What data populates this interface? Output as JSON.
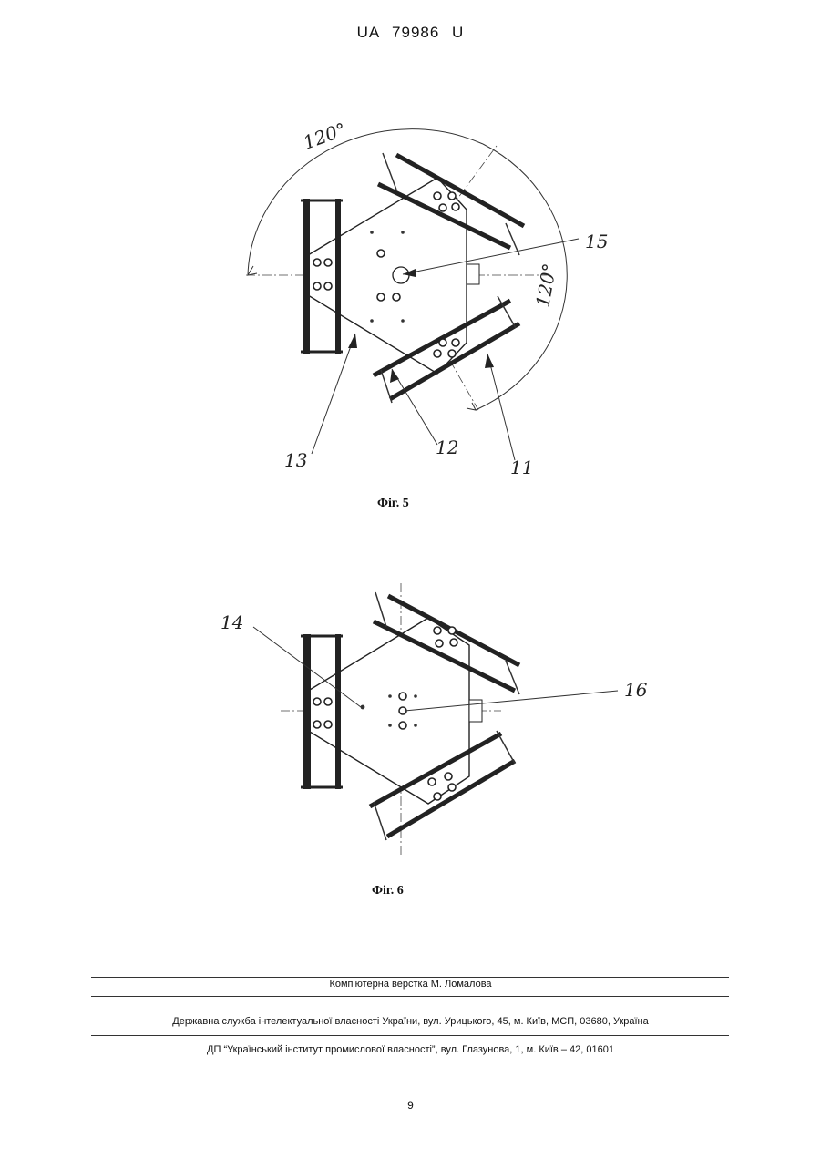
{
  "header": {
    "patent_number": "UA   79986   U"
  },
  "figure5": {
    "caption": "Фіг. 5",
    "angle_labels": [
      "120°",
      "120°"
    ],
    "reference_numerals": [
      "15",
      "13",
      "12",
      "11"
    ]
  },
  "figure6": {
    "caption": "Фіг. 6",
    "reference_numerals": [
      "14",
      "16"
    ]
  },
  "footer": {
    "typesetting": "Комп'ютерна верстка М. Ломалова",
    "agency": "Державна служба інтелектуальної власності України, вул. Урицького, 45, м. Київ, МСП, 03680, Україна",
    "institute": "ДП “Український інститут промислової власності”, вул. Глазунова, 1, м. Київ – 42, 01601"
  },
  "page_number": "9"
}
